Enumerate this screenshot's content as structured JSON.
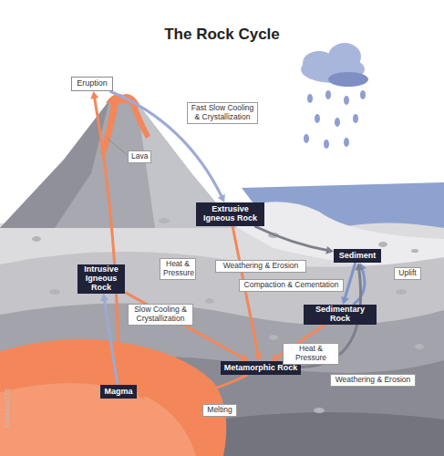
{
  "diagram": {
    "title": "The Rock Cycle",
    "nodes": [
      {
        "text": [
          "Eruption"
        ]
      },
      {
        "text": [
          "Extrusive Igneous Rock"
        ]
      },
      {
        "text": [
          "Sediment"
        ]
      },
      {
        "text": [
          "Intrusive Igneous Rock"
        ]
      },
      {
        "text": [
          "Sedimentary Rock"
        ]
      },
      {
        "text": [
          "Metamorphic Rock"
        ]
      },
      {
        "text": [
          "Magma"
        ]
      }
    ],
    "edges": [
      {
        "from": 6,
        "to": 0,
        "arrow": "to"
      },
      {
        "from": 0,
        "to": 1,
        "label": "Fast Slow Cooling & Crystallization",
        "arrow": "to"
      },
      {
        "from": 1,
        "to": 2,
        "label": "Weathering & Erosion",
        "arrow": "to"
      },
      {
        "from": 2,
        "to": 4,
        "label": "Compaction & Cementation",
        "arrow": "to"
      },
      {
        "from": 4,
        "to": 2,
        "label": "Uplift",
        "arrow": "to"
      },
      {
        "from": 1,
        "to": 5,
        "label": "Heat & Pressure",
        "arrow": "to"
      },
      {
        "from": 3,
        "to": 5,
        "arrow": "to"
      },
      {
        "from": 6,
        "to": 3,
        "label": "Slow Cooling & Crystallization",
        "arrow": "to"
      },
      {
        "from": 4,
        "to": 5,
        "label": "Heat & Pressure",
        "arrow": "to"
      },
      {
        "from": 5,
        "to": 2,
        "label": "Weathering & Erosion",
        "arrow": "to"
      },
      {
        "from": 5,
        "to": 6,
        "label": "Melting",
        "arrow": "to"
      }
    ],
    "labels": [
      "Lava",
      "1938418125"
    ]
  }
}
